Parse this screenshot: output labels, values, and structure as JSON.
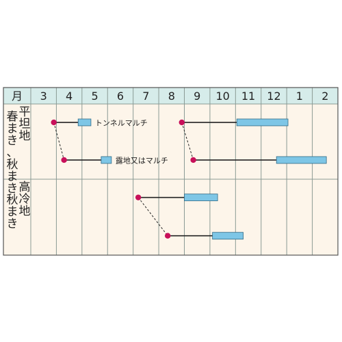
{
  "chart_data": {
    "type": "gantt",
    "header_label": "月",
    "months": [
      "3",
      "4",
      "5",
      "6",
      "7",
      "8",
      "9",
      "10",
      "11",
      "12",
      "1",
      "2"
    ],
    "row_groups": [
      {
        "label_col1": "平坦地",
        "label_col2": "春まき、秋まき"
      },
      {
        "label_col1": "高冷地",
        "label_col2": "秋まき"
      }
    ],
    "schedules": [
      {
        "group": 0,
        "sow": 3.9,
        "line_end": 4.85,
        "harvest": [
          4.85,
          5.35
        ],
        "label": "トンネルマルチ"
      },
      {
        "group": 0,
        "sow": 4.3,
        "line_end": 5.75,
        "harvest": [
          5.75,
          6.15
        ],
        "label": "露地又はマルチ"
      },
      {
        "group": 0,
        "sow": 8.9,
        "line_end": 11.05,
        "harvest": [
          11.05,
          13.05
        ],
        "label": ""
      },
      {
        "group": 0,
        "sow": 9.35,
        "line_end": 12.6,
        "harvest": [
          12.6,
          14.55
        ],
        "label": ""
      },
      {
        "group": 1,
        "sow": 7.2,
        "line_end": 9.0,
        "harvest": [
          9.0,
          10.3
        ],
        "label": ""
      },
      {
        "group": 1,
        "sow": 8.35,
        "line_end": 10.1,
        "harvest": [
          10.1,
          11.3
        ],
        "label": ""
      }
    ],
    "links": [
      [
        0,
        1
      ],
      [
        2,
        3
      ],
      [
        4,
        5
      ]
    ],
    "colors": {
      "background": "#fdf5ea",
      "header": "#d6ecea",
      "grid": "#8a9a94",
      "dot": "#c8105a",
      "bar": "#7ec6e6",
      "bar_stroke": "#2f6a86",
      "line": "#222222"
    }
  }
}
